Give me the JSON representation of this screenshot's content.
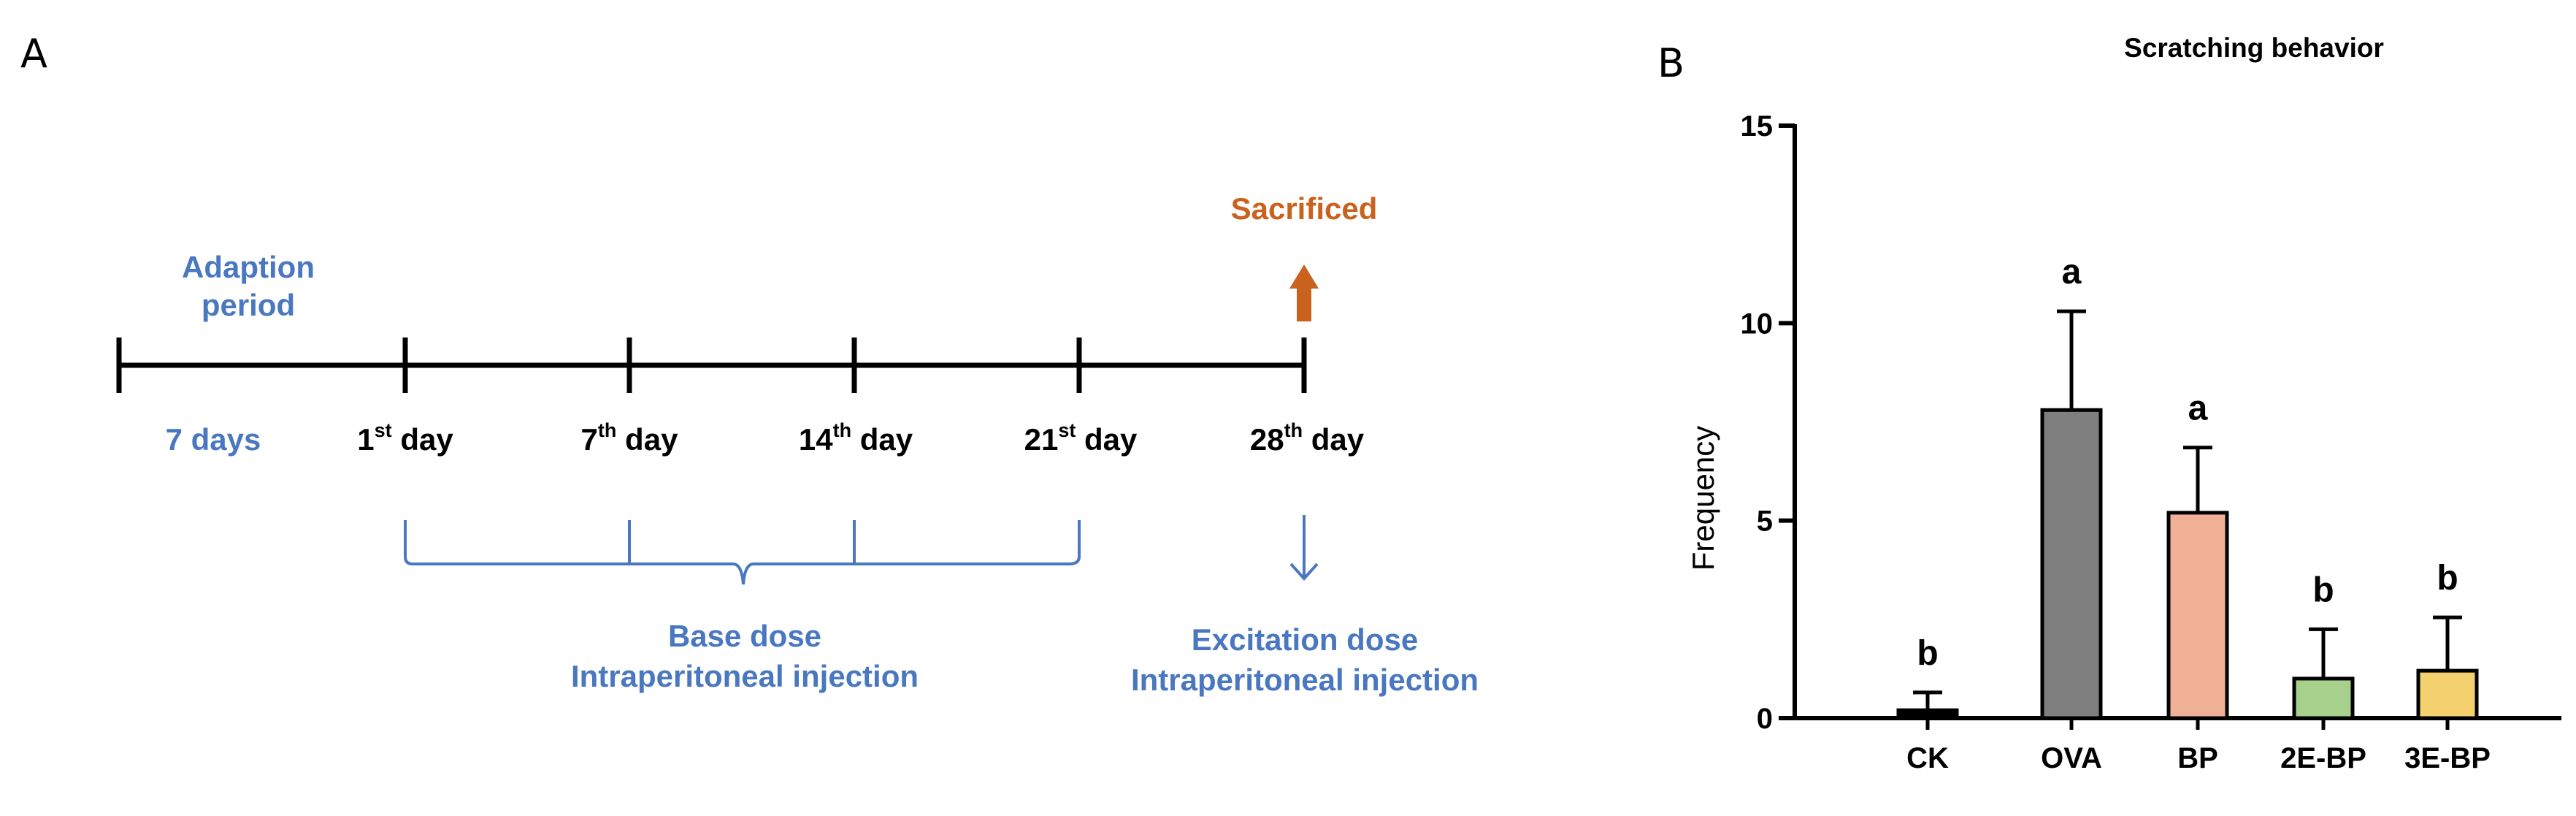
{
  "panel_a": {
    "letter": "A",
    "adaption_line1": "Adaption",
    "adaption_line2": "period",
    "sacrificed": "Sacrificed",
    "days": [
      {
        "num": "7 days",
        "sup": ""
      },
      {
        "num": "1",
        "sup": "st",
        "rest": " day"
      },
      {
        "num": "7",
        "sup": "th",
        "rest": " day"
      },
      {
        "num": "14",
        "sup": "th",
        "rest": " day"
      },
      {
        "num": "21",
        "sup": "st",
        "rest": " day"
      },
      {
        "num": "28",
        "sup": "th",
        "rest": " day"
      }
    ],
    "base_dose_line1": "Base dose",
    "base_dose_line2": "Intraperitoneal injection",
    "excitation_line1": "Excitation dose",
    "excitation_line2": "Intraperitoneal injection",
    "colors": {
      "blue": "#4a78c0",
      "orange": "#c8621e",
      "black": "#000000"
    }
  },
  "panel_b": {
    "letter": "B"
  },
  "chart_data": {
    "type": "bar",
    "title": "Scratching behavior",
    "xlabel": "",
    "ylabel": "Frequency",
    "ylim": [
      0,
      15
    ],
    "yticks": [
      0,
      5,
      10,
      15
    ],
    "categories": [
      "CK",
      "OVA",
      "BP",
      "2E-BP",
      "3E-BP"
    ],
    "values": [
      0.2,
      7.8,
      5.2,
      1.0,
      1.2
    ],
    "errors": [
      0.45,
      2.5,
      1.65,
      1.25,
      1.35
    ],
    "significance": [
      "b",
      "a",
      "a",
      "b",
      "b"
    ],
    "colors": [
      "#000000",
      "#7f7f7f",
      "#f0b096",
      "#a8d08d",
      "#f5d06e"
    ],
    "grid": false
  }
}
